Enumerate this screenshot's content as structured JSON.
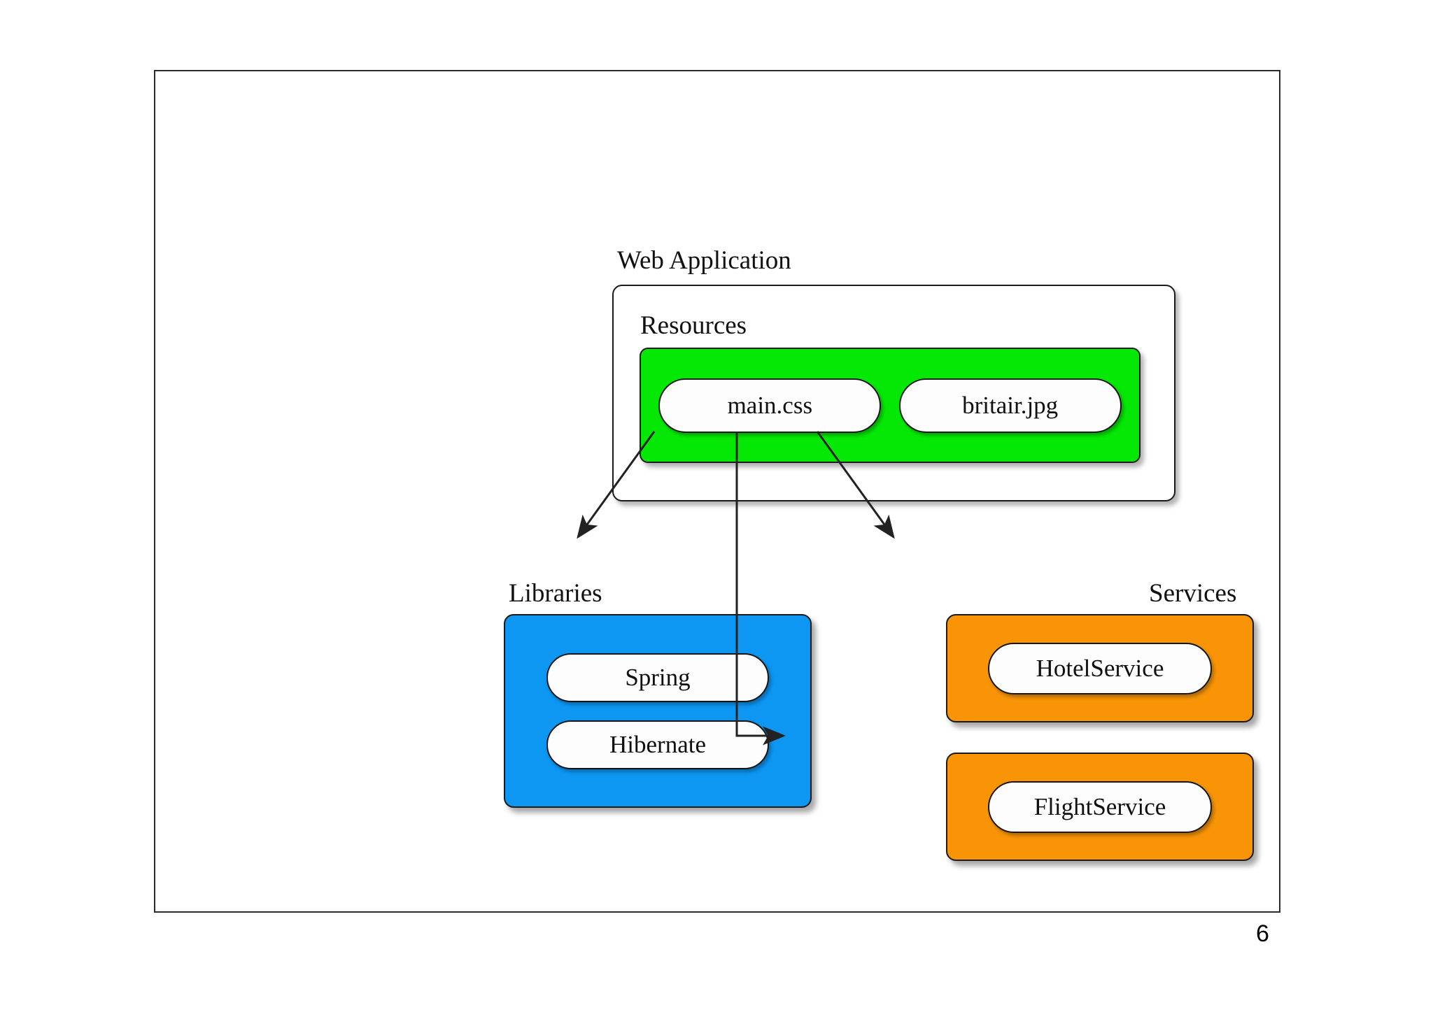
{
  "slide": {
    "page_number": "6"
  },
  "diagram": {
    "type": "architecture-block-diagram",
    "web_application": {
      "caption": "Web Application",
      "resources": {
        "caption": "Resources",
        "color": "#05e805",
        "items": [
          {
            "label": "main.css"
          },
          {
            "label": "britair.jpg"
          }
        ]
      }
    },
    "libraries": {
      "caption": "Libraries",
      "color": "#0d96f2",
      "items": [
        {
          "label": "Spring"
        },
        {
          "label": "Hibernate"
        }
      ]
    },
    "services": {
      "caption": "Services",
      "color": "#f89406",
      "groups": [
        {
          "label": "HotelService"
        },
        {
          "label": "FlightService"
        }
      ]
    },
    "connections": [
      {
        "from": "Web Application",
        "to": "Libraries",
        "style": "arrow-diagonal-left"
      },
      {
        "from": "Web Application",
        "to": "FlightService",
        "style": "arrow-elbow-down-right"
      },
      {
        "from": "Web Application",
        "to": "HotelService",
        "style": "arrow-diagonal-right"
      }
    ]
  },
  "colors": {
    "frame_border": "#2b2b2b",
    "shape_border": "#1a1a1a",
    "resources_green": "#05e805",
    "libraries_blue": "#0d96f2",
    "services_orange": "#f89406",
    "pill_fill": "#fdfdfd",
    "connector": "#222222"
  }
}
